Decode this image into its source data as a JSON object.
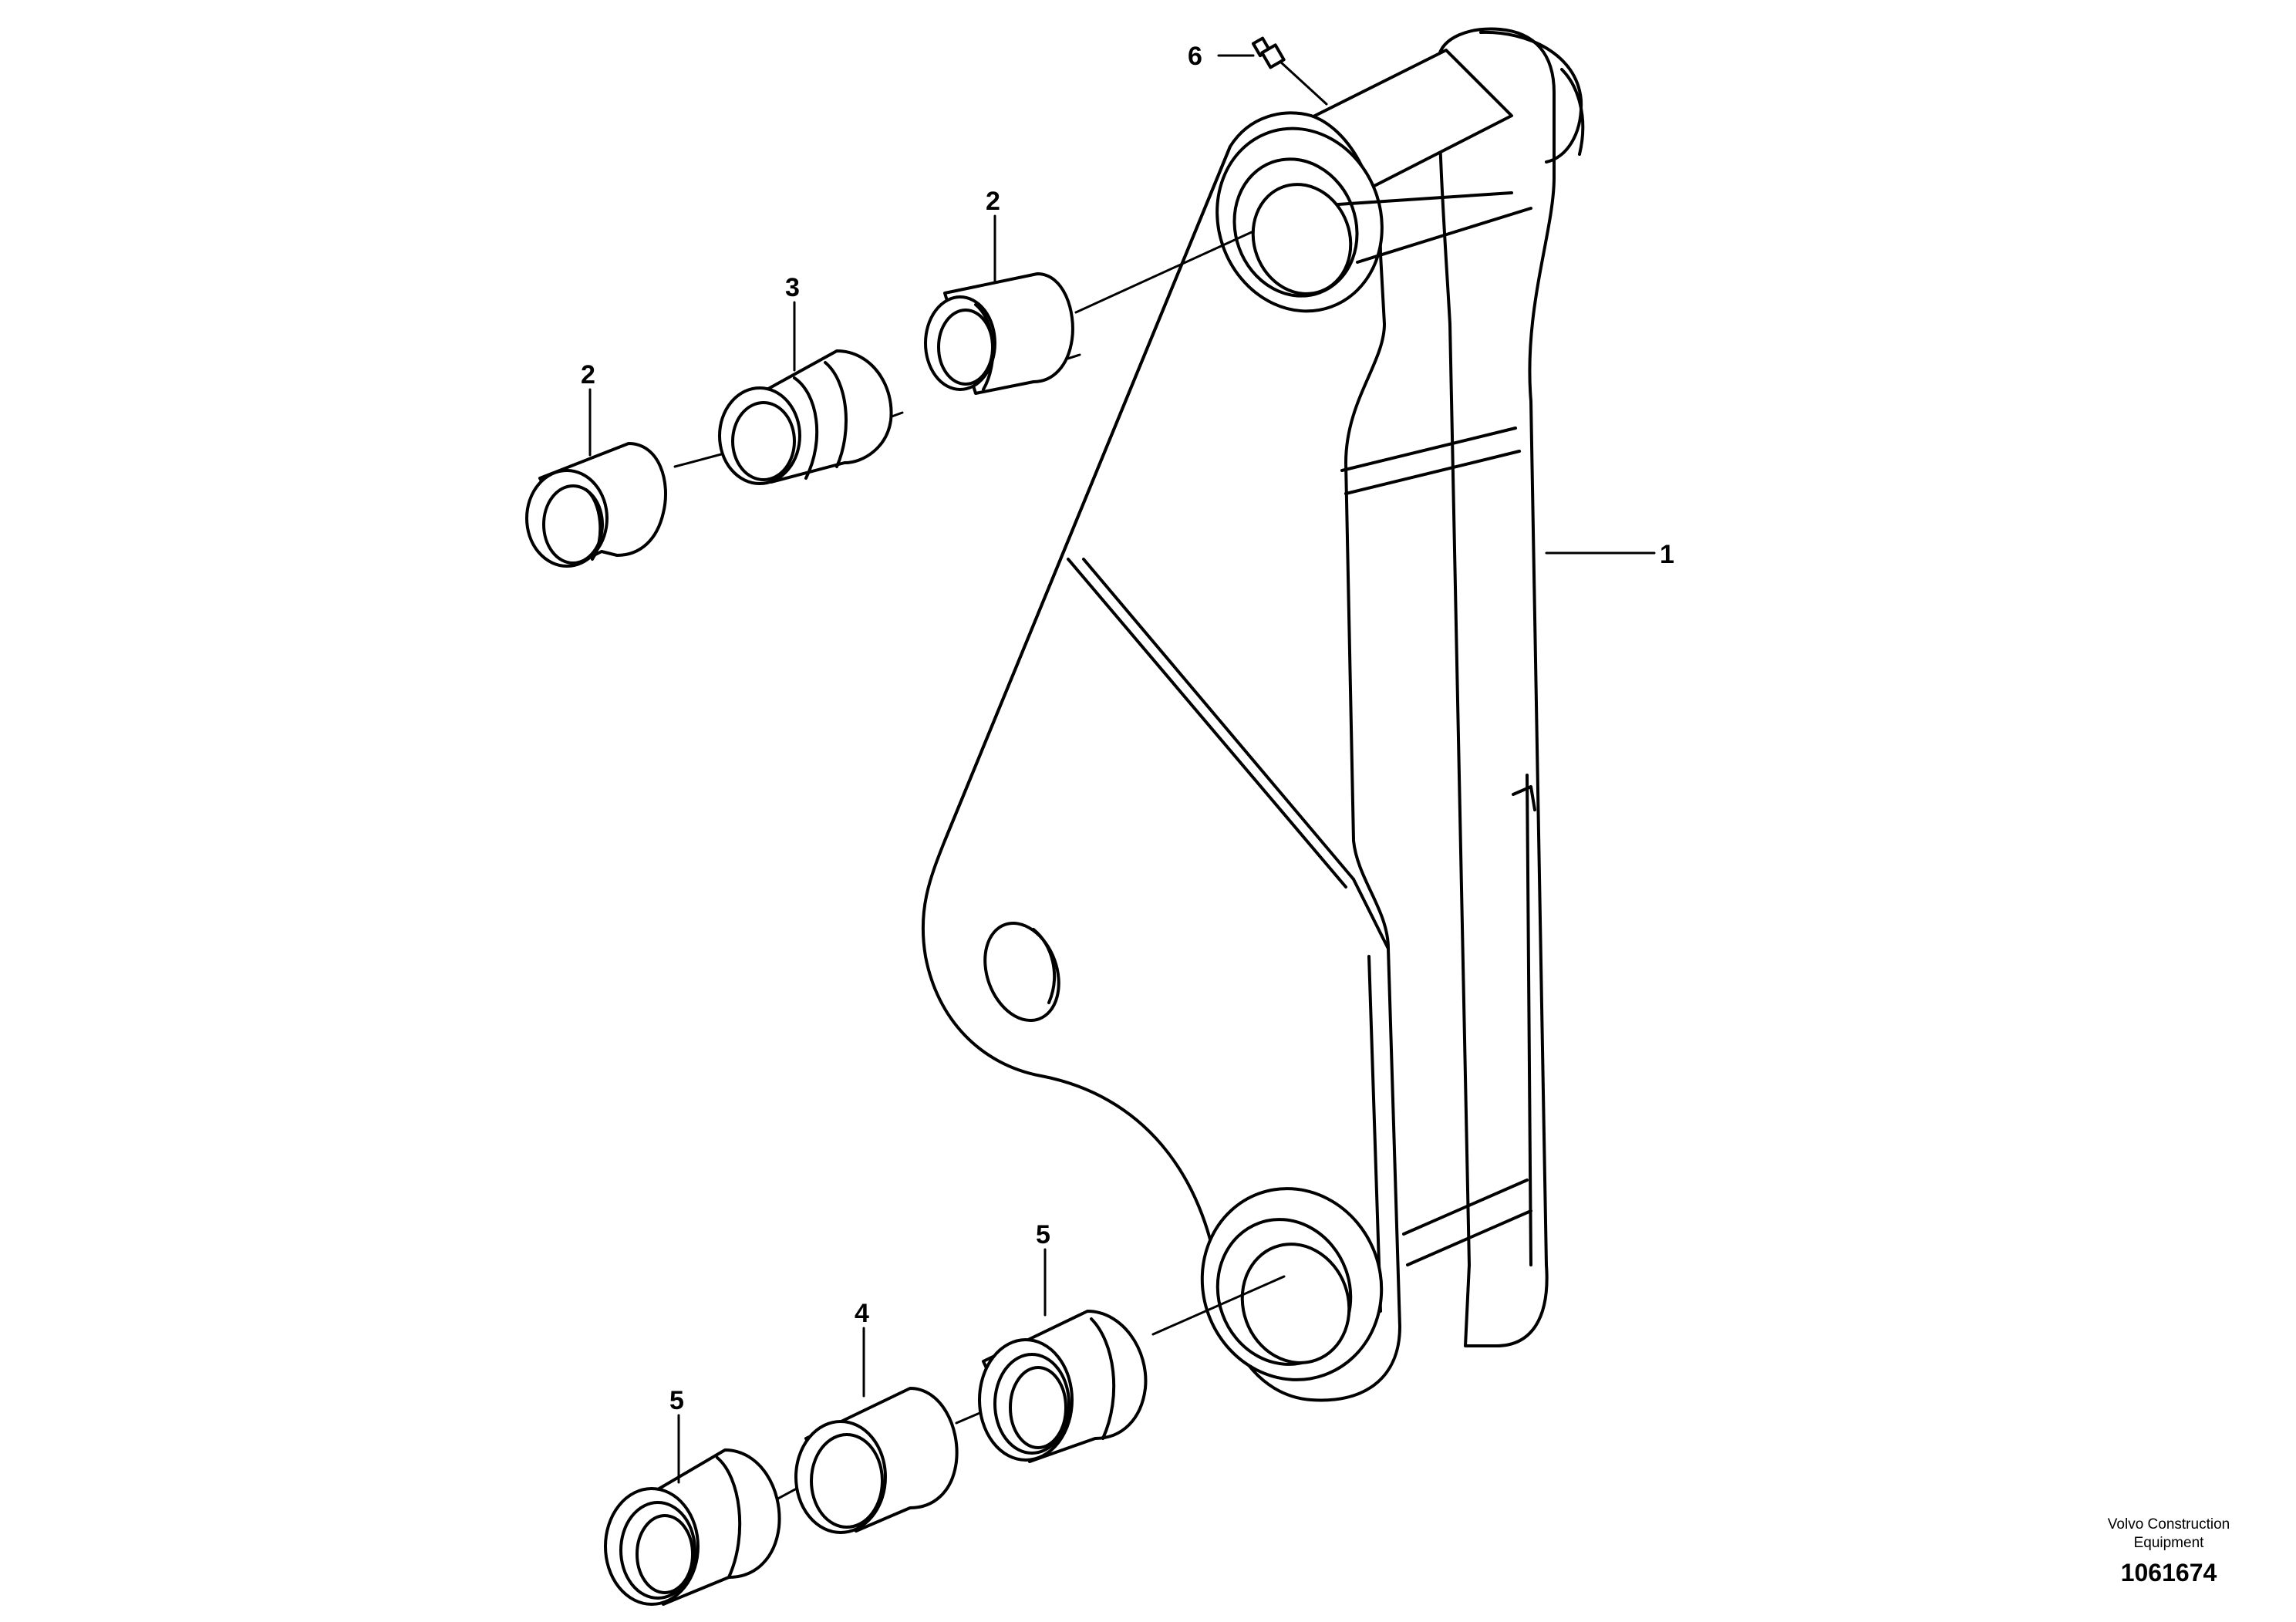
{
  "callouts": {
    "c1": "1",
    "c2a": "2",
    "c2b": "2",
    "c3": "3",
    "c4": "4",
    "c5a": "5",
    "c5b": "5",
    "c6": "6"
  },
  "footer": {
    "brand_line1": "Volvo Construction",
    "brand_line2": "Equipment",
    "drawing_number": "1061674"
  }
}
